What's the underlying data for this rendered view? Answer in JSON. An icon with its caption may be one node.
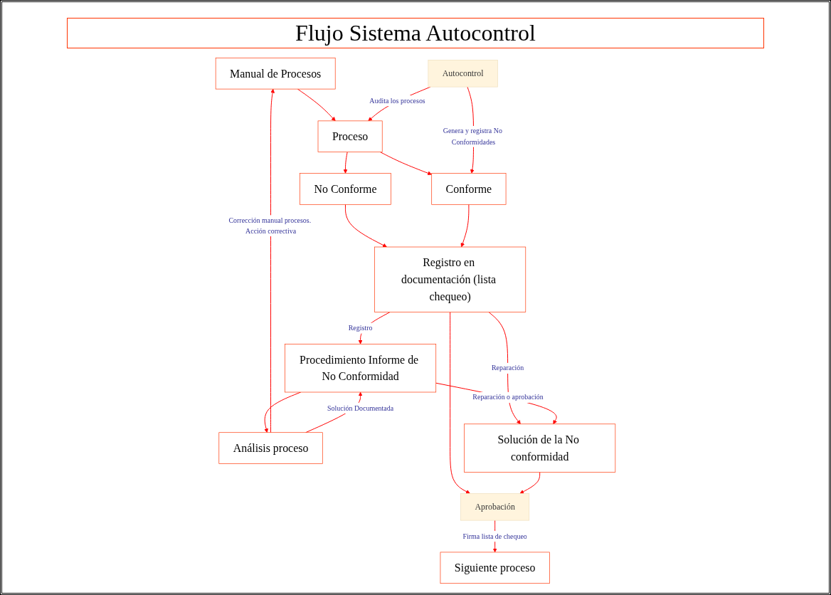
{
  "diagram": {
    "title": "Flujo Sistema Autocontrol",
    "nodes": [
      {
        "text": [
          "Manual de Procesos"
        ]
      },
      {
        "text": [
          "Proceso"
        ]
      },
      {
        "text": [
          "Autocontrol"
        ]
      },
      {
        "text": [
          "Análisis proceso"
        ]
      },
      {
        "text": [
          "No Conforme"
        ]
      },
      {
        "text": [
          "Conforme"
        ]
      },
      {
        "text": [
          "Registro en documentación (lista chequeo)"
        ]
      },
      {
        "text": [
          "Aprobación"
        ]
      },
      {
        "text": [
          "Procedimiento Informe de No Conformidad"
        ]
      },
      {
        "text": [
          "Solución de la No conformidad"
        ]
      },
      {
        "text": [
          "Siguiente proceso"
        ]
      }
    ],
    "edges": [
      {
        "from": 3,
        "to": 0,
        "arrow": "to",
        "label": "Corrección manual procesos. Acción correctiva"
      },
      {
        "from": 0,
        "to": 1,
        "arrow": "to"
      },
      {
        "from": 2,
        "to": 1,
        "arrow": "to",
        "label": "Audita los procesos"
      },
      {
        "from": 1,
        "to": 4,
        "arrow": "to"
      },
      {
        "from": 1,
        "to": 5,
        "arrow": "to"
      },
      {
        "from": 2,
        "to": 5,
        "arrow": "to",
        "label": "Genera y registra No Conformidades"
      },
      {
        "from": 4,
        "to": 6,
        "arrow": "to"
      },
      {
        "from": 5,
        "to": 6,
        "arrow": "to"
      },
      {
        "from": 3,
        "to": 8,
        "arrow": "to",
        "label": "Solución Documentada"
      },
      {
        "from": 6,
        "to": 8,
        "arrow": "to",
        "label": "Registro"
      },
      {
        "from": 6,
        "to": 9,
        "arrow": "to",
        "label": "Reparación"
      },
      {
        "from": 6,
        "to": 7,
        "arrow": "to"
      },
      {
        "from": 9,
        "to": 7,
        "arrow": "to"
      },
      {
        "from": 7,
        "to": 10,
        "arrow": "to",
        "label": "Firma lista de chequeo"
      },
      {
        "from": 8,
        "to": 3,
        "arrow": "to"
      },
      {
        "from": 8,
        "to": 9,
        "arrow": "to",
        "label": "Reparación o aprobación"
      }
    ]
  }
}
